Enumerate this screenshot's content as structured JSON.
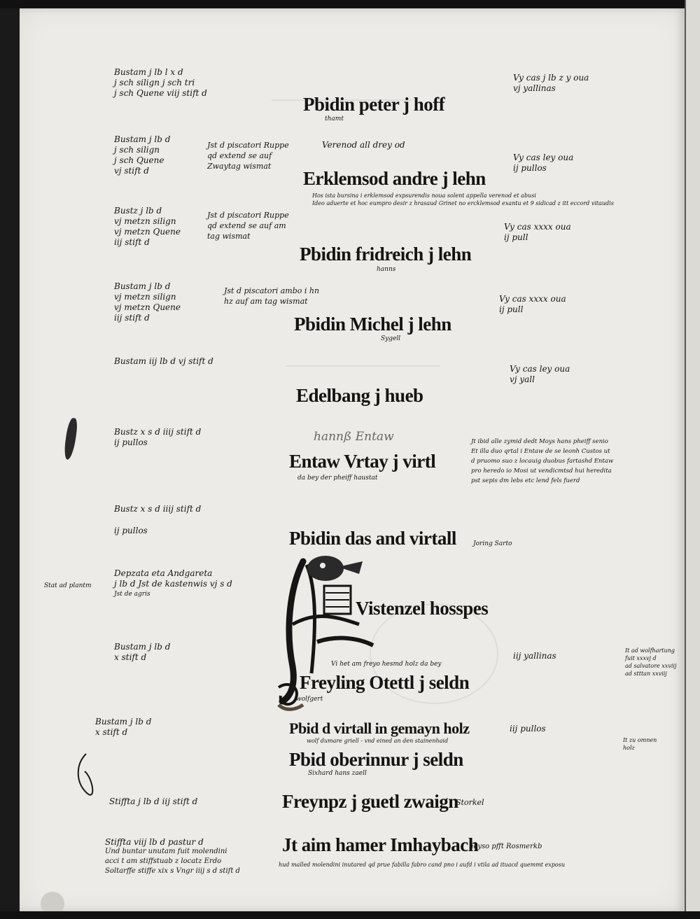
{
  "entries": [
    {
      "left": [
        "Bustam j lb l x d",
        "j sch silign j sch tri",
        "j sch Quene viij stift d"
      ],
      "name": "Pbidin peter j hoff",
      "sub": "thamt",
      "right": [
        "Vy cas j lb z y oua",
        "vj yallinas"
      ]
    },
    {
      "left": [
        "Bustam j lb d",
        "j sch silign",
        "j sch Quene",
        "vj stift d"
      ],
      "mid": [
        "Jst d piscatori Ruppe",
        "qd extend se auf",
        "Zwaytag wismat"
      ],
      "above": "Verenod all drey od",
      "name": "Erklemsod andre j lehn",
      "under": [
        "Hos ista bursina i erklemsod expsurendis noua solent appella verenod et abusi",
        "Ideo aduerte et hoc eumpro desir z hrasaud Grinet no ercklemsod exantu et 9 sidicad z itt eccord vitaudis"
      ],
      "right": [
        "Vy cas ley oua",
        "ij pullos"
      ]
    },
    {
      "left": [
        "Bustz j lb d",
        "vj metzn silign",
        "vj metzn Quene",
        "iij stift d"
      ],
      "mid": [
        "Jst d piscatori Ruppe",
        "qd extend se auf am",
        "tag wismat"
      ],
      "name": "Pbidin fridreich j lehn",
      "sub": "hanns",
      "right": [
        "Vy cas xxxx oua",
        "ij pull"
      ]
    },
    {
      "left": [
        "Bustam j lb d",
        "vj metzn silign",
        "vj metzn Quene",
        "iij stift d"
      ],
      "mid": [
        "Jst d piscatori ambo i hn",
        "hz auf am tag wismat"
      ],
      "name": "Pbidin Michel j lehn",
      "sub": "Sygell",
      "right": [
        "Vy cas xxxx oua",
        "ij pull"
      ]
    },
    {
      "left": [
        "Bustam iij lb d vj stift d"
      ],
      "name": "Edelbang j hueb",
      "right": [
        "Vy cas ley oua",
        "vj yall"
      ]
    },
    {
      "left": [
        "Bustz x s d iiij stift d",
        "ij pullos"
      ],
      "above": "hannß Entaw",
      "name": "Entaw Vrtay j virtl",
      "sub": "da bey der pheiff haustat",
      "right": [
        "Jt ibid alle zymid dedt Moys hans pheiff senio",
        "Et illa duo qrtal i Entaw de se leonh Custos ut",
        "d pruomo suo z locauig duobus fartashd Entaw",
        "pro heredo io Mosi ut vendicmtsd hui heredita",
        "pst sepis dm lebs etc lend fels fuerd"
      ]
    },
    {
      "left": [
        "Bustz x s d iiij stift d",
        "ij pullos"
      ],
      "name": "Pbidin das and virtall",
      "tail": "Joring Sarto"
    },
    {
      "left": [
        "Depzata eta Andgareta",
        "j lb d Jst de kastenwis vj s d",
        "Jst de agris"
      ],
      "margin": "Stat ad plantm",
      "name": "Vistenzel hosspes"
    },
    {
      "left": [
        "Bustam j lb d",
        "x stift d"
      ],
      "above": "Vi het am freyo hesmd holz da bey",
      "name": "Freyling Otettl j seldn",
      "sub": "wolfgert",
      "right": [
        "iij yallinas"
      ],
      "farright": [
        "It ad wolfhartung",
        "fuit xxxvj d",
        "ad salvatore xxviij",
        "ad stttan xxviij"
      ]
    },
    {
      "left": [
        "Bustam j lb d",
        "x stift d"
      ],
      "name": "Pbid d virtall in gemayn holz",
      "sub": "wolf dumare griell - vnd eined an den stainenhaid",
      "right": [
        "iij pullos"
      ],
      "farright": [
        "It zu omnen",
        "holz"
      ]
    },
    {
      "name": "Pbid oberinnur j seldn",
      "sub": "Sixhard hans zaell"
    },
    {
      "left": [
        "Stiffta j lb d iij stift d"
      ],
      "name": "Freynpz j guetl zwaign",
      "tail": "Storkel"
    },
    {
      "left": [
        "Stiffta viij lb d pastur d",
        "Und buntar unutam fuit molendini",
        "acci t am stiffstuab z locatz Erdo",
        "Soltarffe stiffe xix s Vngr iiij s d stift d"
      ],
      "name": "Jt aim hamer Imhaybach",
      "tail": "heyso pfft Rosmerkb",
      "under": [
        "hud malled molendini inutared qd prue fabilla fabro cand pno i aufd i vtila ad ituacd quemmt exposu"
      ]
    }
  ]
}
